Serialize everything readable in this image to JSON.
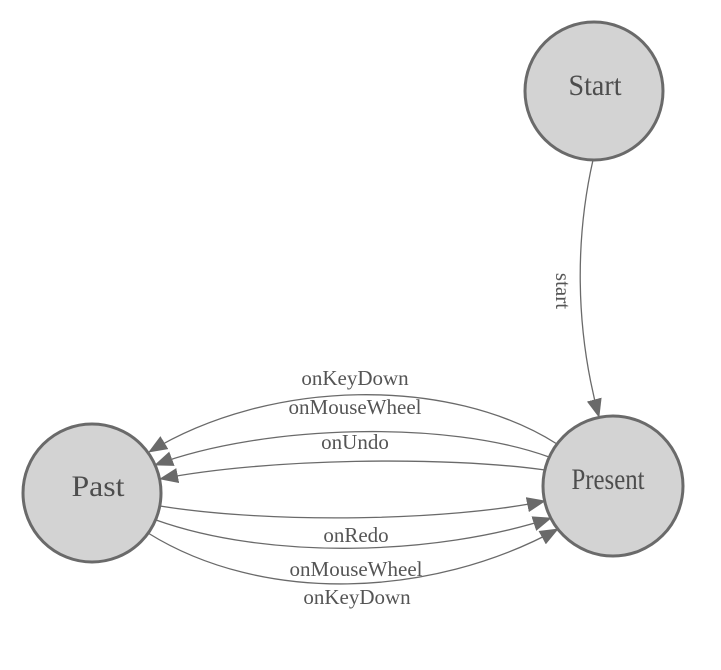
{
  "diagram": {
    "type": "state-machine",
    "nodes": [
      {
        "id": "start",
        "label": "Start"
      },
      {
        "id": "past",
        "label": "Past"
      },
      {
        "id": "present",
        "label": "Present"
      }
    ],
    "edges": [
      {
        "from": "Start",
        "to": "Present",
        "label": "start"
      },
      {
        "from": "Present",
        "to": "Past",
        "label": "onKeyDown"
      },
      {
        "from": "Present",
        "to": "Past",
        "label": "onMouseWheel"
      },
      {
        "from": "Present",
        "to": "Past",
        "label": "onUndo"
      },
      {
        "from": "Past",
        "to": "Present",
        "label": "onRedo"
      },
      {
        "from": "Past",
        "to": "Present",
        "label": "onMouseWheel"
      },
      {
        "from": "Past",
        "to": "Present",
        "label": "onKeyDown"
      }
    ],
    "colors": {
      "background": "#ffffff",
      "node_fill": "#d3d3d3",
      "node_border": "#6a6a6a",
      "edge_line": "#6a6a6a",
      "arrowhead": "#6a6a6a",
      "node_text": "#4d4d4d",
      "edge_text": "#555555"
    }
  }
}
